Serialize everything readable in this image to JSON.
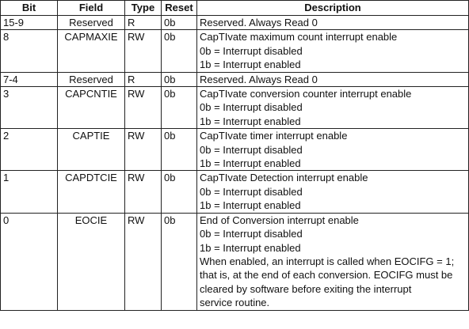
{
  "table": {
    "headers": {
      "bit": "Bit",
      "field": "Field",
      "type": "Type",
      "reset": "Reset",
      "description": "Description"
    },
    "rows": [
      {
        "bit": "15-9",
        "field": "Reserved",
        "type": "R",
        "reset": "0b",
        "description": [
          "Reserved.  Always Read 0"
        ]
      },
      {
        "bit": "8",
        "field": "CAPMAXIE",
        "type": "RW",
        "reset": "0b",
        "description": [
          "CapTIvate maximum count interrupt enable",
          "0b = Interrupt disabled",
          "1b = Interrupt enabled"
        ]
      },
      {
        "bit": "7-4",
        "field": "Reserved",
        "type": "R",
        "reset": "0b",
        "description": [
          "Reserved.  Always Read 0"
        ]
      },
      {
        "bit": "3",
        "field": "CAPCNTIE",
        "type": "RW",
        "reset": "0b",
        "description": [
          "CapTIvate conversion counter interrupt enable",
          "0b = Interrupt disabled",
          "1b = Interrupt enabled"
        ]
      },
      {
        "bit": "2",
        "field": "CAPTIE",
        "type": "RW",
        "reset": "0b",
        "description": [
          "CapTIvate timer interrupt enable",
          "0b = Interrupt disabled",
          "1b = Interrupt enabled"
        ]
      },
      {
        "bit": "1",
        "field": "CAPDTCIE",
        "type": "RW",
        "reset": "0b",
        "description": [
          "CapTIvate Detection interrupt enable",
          "0b = Interrupt disabled",
          "1b = Interrupt enabled"
        ]
      },
      {
        "bit": "0",
        "field": "EOCIE",
        "type": "RW",
        "reset": "0b",
        "description": [
          "End of Conversion interrupt enable",
          "0b = Interrupt disabled",
          "1b = Interrupt enabled",
          "When enabled, an interrupt is called when EOCIFG = 1;",
          "that is, at the end of each conversion.  EOCIFG must be",
          "cleared by software before exiting the interrupt",
          "service routine."
        ]
      }
    ]
  }
}
